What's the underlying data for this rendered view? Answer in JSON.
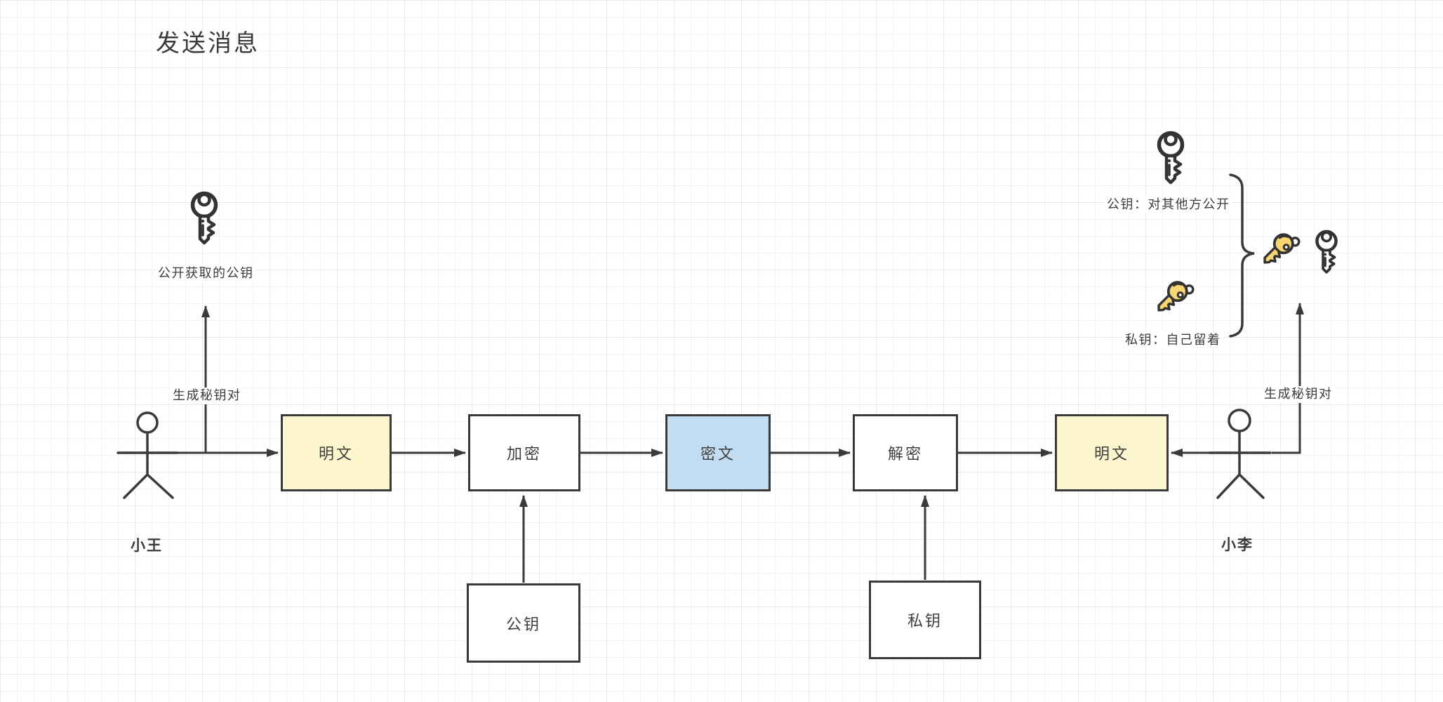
{
  "canvas": {
    "title": "发送消息"
  },
  "actors": {
    "sender": {
      "name": "小王",
      "keygen_label": "生成秘钥对",
      "pubkey_caption": "公开获取的公钥"
    },
    "receiver": {
      "name": "小李",
      "keygen_label": "生成秘钥对"
    }
  },
  "flow_boxes": [
    {
      "id": "plaintext-1",
      "label": "明文",
      "fill": "#fcf5cd"
    },
    {
      "id": "encrypt",
      "label": "加密",
      "fill": "#ffffff"
    },
    {
      "id": "ciphertext",
      "label": "密文",
      "fill": "#c2dcf2"
    },
    {
      "id": "decrypt",
      "label": "解密",
      "fill": "#ffffff"
    },
    {
      "id": "plaintext-2",
      "label": "明文",
      "fill": "#fcf5cd"
    }
  ],
  "key_boxes": [
    {
      "id": "public-key",
      "label": "公钥",
      "fill": "#ffffff"
    },
    {
      "id": "private-key",
      "label": "私钥",
      "fill": "#ffffff"
    }
  ],
  "legend": {
    "public_key_note": "公钥：对其他方公开",
    "private_key_note": "私钥：自己留着"
  },
  "icons": {
    "outline_key": "key-outline-icon",
    "gold_key": "key-gold-icon",
    "sender_person": "person-sender-icon",
    "receiver_person": "person-receiver-icon",
    "brace": "curly-brace"
  },
  "colors": {
    "stroke": "#3a3a3a",
    "box_yellow": "#fcf5cd",
    "box_blue": "#c2dcf2",
    "key_gold": "#f7d570",
    "grid_minor": "#f3f3f3",
    "grid_major": "#e9e9e9",
    "background": "#ffffff"
  }
}
